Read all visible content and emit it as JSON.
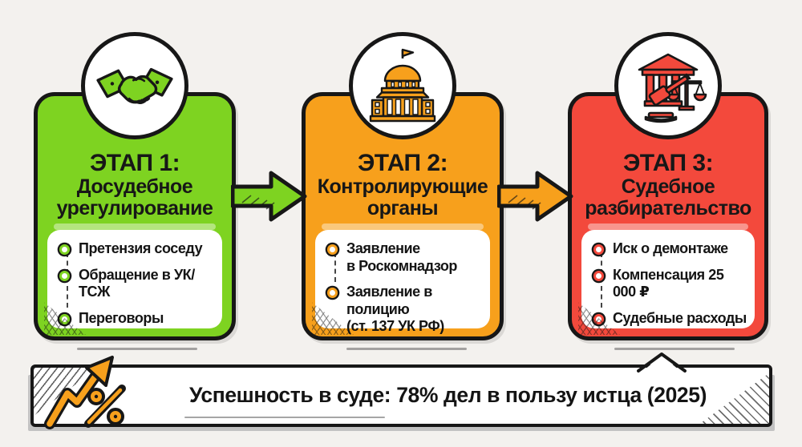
{
  "palette": {
    "background": "#f3f1ee",
    "ink": "#171717",
    "stage_colors": [
      "#7ed321",
      "#f7a01c",
      "#f3493c"
    ],
    "arrow_colors": [
      "#7ed321",
      "#f7a01c"
    ],
    "banner_shadow": "#c2c2c2",
    "accent_orange": "#f7a01c"
  },
  "stages": [
    {
      "stage_label": "ЭТАП 1:",
      "name_line1": "Досудебное",
      "name_line2": "урегулирование",
      "icon": "handshake-icon",
      "items": [
        "Претензия соседу",
        "Обращение в УК/ТСЖ",
        "Переговоры"
      ]
    },
    {
      "stage_label": "ЭТАП 2:",
      "name_line1": "Контролирующие",
      "name_line2": "органы",
      "icon": "government-building-icon",
      "items": [
        "Заявление\nв Роскомнадзор",
        "Заявление в полицию\n(ст. 137 УК РФ)"
      ]
    },
    {
      "stage_label": "ЭТАП 3:",
      "name_line1": "Судебное",
      "name_line2": "разбирательство",
      "icon": "courthouse-icon",
      "items": [
        "Иск о демонтаже",
        "Компенсация 25 000 ₽",
        "Судебные расходы"
      ]
    }
  ],
  "footer": {
    "text": "Успешность в суде: 78% дел в пользу истца (2025)",
    "icon": "growth-percent-icon"
  }
}
